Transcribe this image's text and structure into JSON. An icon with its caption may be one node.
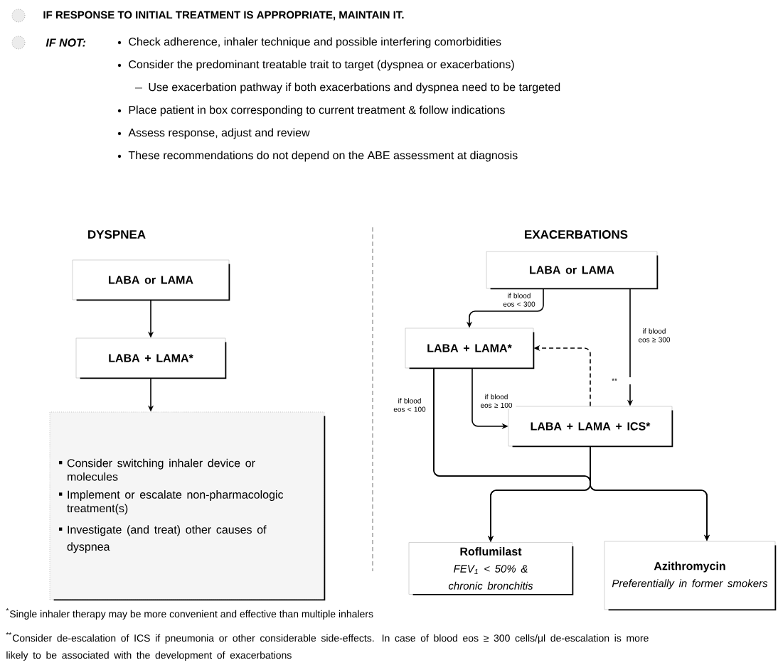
{
  "diagram": {
    "nodes": [
      {
        "text": [
          "LABA or LAMA"
        ]
      },
      {
        "text": [
          "LABA + LAMA*"
        ]
      },
      {
        "text": [
          "Consider switching inhaler device or molecules",
          "Implement or escalate non-pharmacologic treatment(s)",
          "Investigate (and treat) other causes of dyspnea"
        ]
      },
      {
        "text": [
          "LABA or LAMA"
        ]
      },
      {
        "text": [
          "LABA + LAMA*"
        ]
      },
      {
        "text": [
          "LABA + LAMA + ICS*"
        ]
      },
      {
        "text": [
          "Roflumilast",
          "FEV$_{1}$ < 50% & chronic bronchitis"
        ]
      },
      {
        "text": [
          "Azithromycin",
          "Preferentially in former smokers"
        ]
      }
    ],
    "edges": [
      {
        "from": 0,
        "to": 1,
        "arrow": "to"
      },
      {
        "from": 1,
        "to": 2,
        "arrow": "to"
      },
      {
        "from": 3,
        "to": 4,
        "arrow": "to",
        "label": "if blood eos < 300"
      },
      {
        "from": 3,
        "to": 5,
        "arrow": "to",
        "label": "if blood eos ≥ 300"
      },
      {
        "from": 4,
        "to": 5,
        "arrow": "to",
        "label": "if blood eos ≥ 100"
      },
      {
        "from": 5,
        "to": 4,
        "arrow": "to",
        "label": "**",
        "style": "dashed"
      },
      {
        "from": 4,
        "to": 6,
        "arrow": "to",
        "label": "if blood eos < 100"
      },
      {
        "from": 4,
        "to": 7,
        "arrow": "to"
      },
      {
        "from": 5,
        "to": 6,
        "arrow": "to"
      },
      {
        "from": 5,
        "to": 7,
        "arrow": "to"
      }
    ],
    "labels": [
      "IF RESPONSE TO INITIAL TREATMENT IS APPROPRIATE, MAINTAIN IT.",
      "IF NOT:",
      "Check adherence, inhaler technique and possible interfering comorbidities",
      "Consider the predominant treatable trait to target (dyspnea or exacerbations)",
      "Use exacerbation pathway if both exacerbations and dyspnea need to be targeted",
      "Place patient in box corresponding to current treatment & follow indications",
      "Assess response, adjust and review",
      "These recommendations do not depend on the ABE assessment at diagnosis",
      "DYSPNEA",
      "EXACERBATIONS",
      "$^{*}$Single inhaler therapy may be more convenient and effective than multiple inhalers",
      "$^{**}$Consider de-escalation of ICS if pneumonia or other considerable side-effects. In case of blood eos ≥ 300 cells/μl de-escalation is more likely to be associated with the development of exacerbations"
    ]
  }
}
